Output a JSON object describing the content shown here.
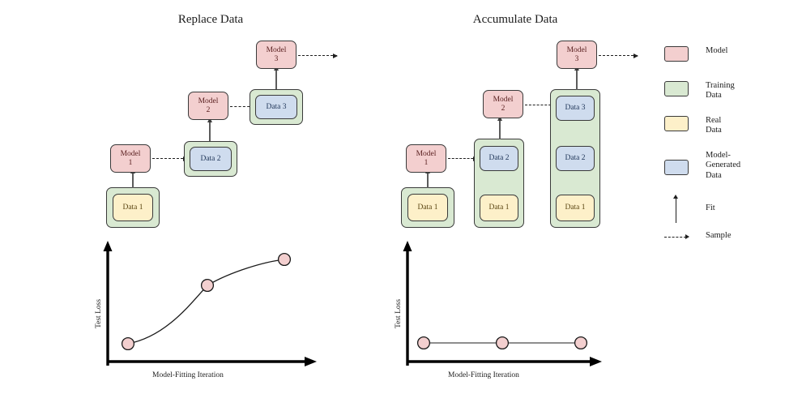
{
  "figure": {
    "panels": [
      {
        "id": "replace",
        "title": "Replace Data"
      },
      {
        "id": "accumulate",
        "title": "Accumulate Data"
      }
    ]
  },
  "replace_panel": {
    "title": "Replace Data",
    "nodes": {
      "model1": {
        "line1": "Model",
        "line2": "1",
        "type": "model"
      },
      "model2": {
        "line1": "Model",
        "line2": "2",
        "type": "model"
      },
      "model3": {
        "line1": "Model",
        "line2": "3",
        "type": "model"
      },
      "data1": {
        "label": "Data 1",
        "type": "real"
      },
      "data2": {
        "label": "Data 2",
        "type": "gen"
      },
      "data3": {
        "label": "Data 3",
        "type": "gen"
      }
    }
  },
  "accumulate_panel": {
    "title": "Accumulate Data",
    "nodes": {
      "model1": {
        "line1": "Model",
        "line2": "1",
        "type": "model"
      },
      "model2": {
        "line1": "Model",
        "line2": "2",
        "type": "model"
      },
      "model3": {
        "line1": "Model",
        "line2": "3",
        "type": "model"
      },
      "col1_data1": {
        "label": "Data 1",
        "type": "real"
      },
      "col2_data1": {
        "label": "Data 1",
        "type": "real"
      },
      "col2_data2": {
        "label": "Data 2",
        "type": "gen"
      },
      "col3_data1": {
        "label": "Data 1",
        "type": "real"
      },
      "col3_data2": {
        "label": "Data 2",
        "type": "gen"
      },
      "col3_data3": {
        "label": "Data 3",
        "type": "gen"
      }
    }
  },
  "legend": {
    "items": [
      {
        "kind": "swatch",
        "swatch": "model",
        "lines": [
          "Model"
        ]
      },
      {
        "kind": "swatch",
        "swatch": "train",
        "lines": [
          "Training",
          "Data"
        ]
      },
      {
        "kind": "swatch",
        "swatch": "real",
        "lines": [
          "Real",
          "Data"
        ]
      },
      {
        "kind": "swatch",
        "swatch": "gen",
        "lines": [
          "Model-",
          "Generated",
          "Data"
        ]
      },
      {
        "kind": "arrow-up",
        "lines": [
          "Fit"
        ]
      },
      {
        "kind": "arrow-dashed",
        "lines": [
          "Sample"
        ]
      }
    ],
    "labels": {
      "model": "Model",
      "training_1": "Training",
      "training_2": "Data",
      "real_1": "Real",
      "real_2": "Data",
      "gen_1": "Model-",
      "gen_2": "Generated",
      "gen_3": "Data",
      "fit": "Fit",
      "sample": "Sample"
    }
  },
  "colors": {
    "model": "#f3cfcf",
    "training": "#d9e9d2",
    "real": "#fdf0c9",
    "generated": "#cfdcee",
    "stroke": "#3a3a3a",
    "axis": "#000000"
  },
  "chart_data": [
    {
      "id": "replace-loss",
      "type": "line",
      "title": "",
      "xlabel": "Model-Fitting Iteration",
      "ylabel": "Test Loss",
      "x": [
        1,
        2,
        3
      ],
      "values": [
        0.1,
        0.72,
        0.88
      ],
      "xlim": [
        0,
        3.6
      ],
      "ylim": [
        0,
        1
      ],
      "grid": false,
      "legend": "none",
      "marker": "circle",
      "marker_color": "#f3cfcf",
      "note": "Test loss increases across model-fitting iterations"
    },
    {
      "id": "accumulate-loss",
      "type": "line",
      "title": "",
      "xlabel": "Model-Fitting Iteration",
      "ylabel": "Test Loss",
      "x": [
        1,
        2,
        3
      ],
      "values": [
        0.1,
        0.1,
        0.1
      ],
      "xlim": [
        0,
        3.6
      ],
      "ylim": [
        0,
        1
      ],
      "grid": false,
      "legend": "none",
      "marker": "circle",
      "marker_color": "#f3cfcf",
      "note": "Test loss stays flat across model-fitting iterations"
    }
  ]
}
